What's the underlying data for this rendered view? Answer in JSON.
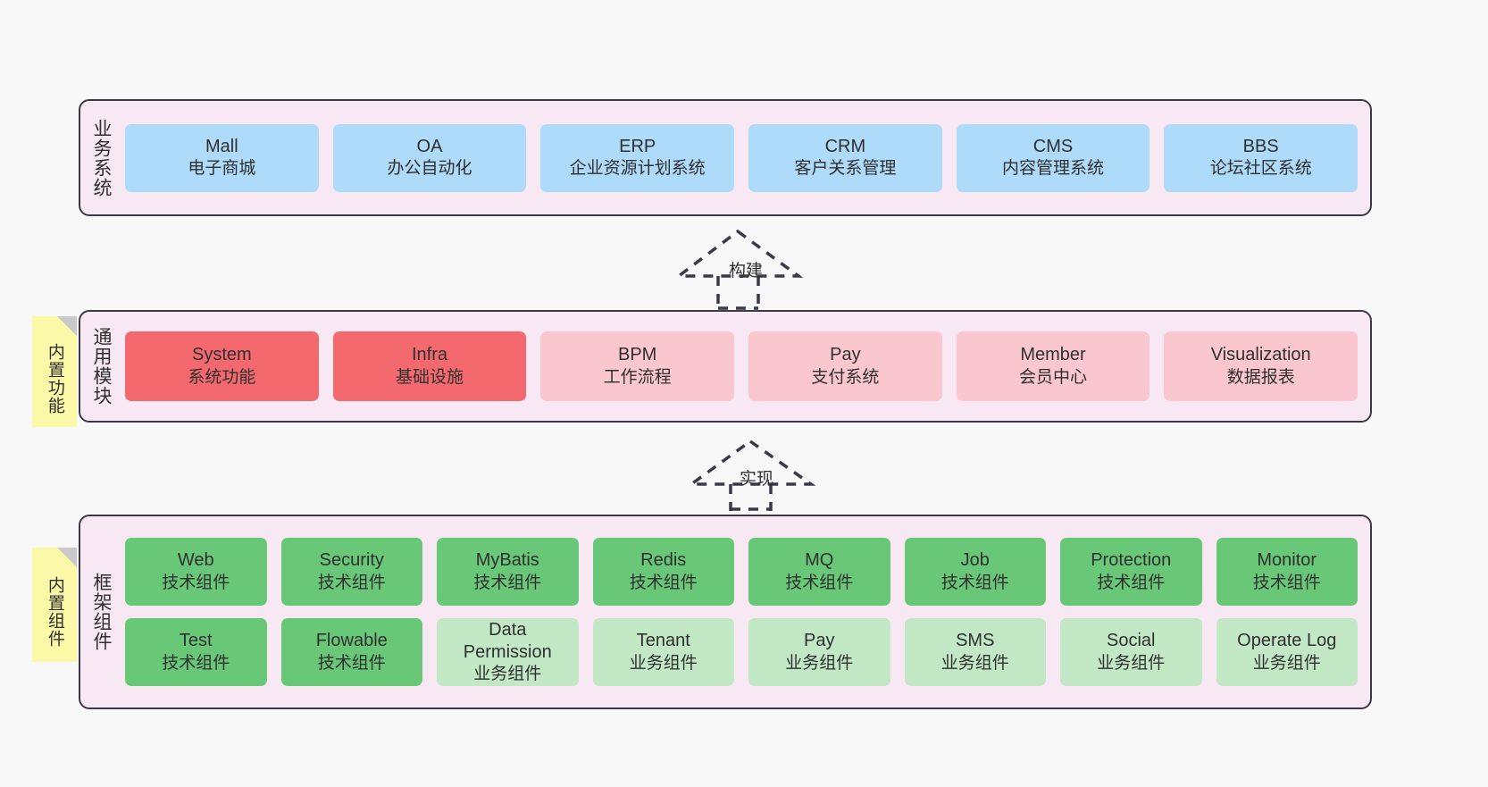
{
  "diagram": {
    "background": "#f8f8f8",
    "band_background": "#f8e8f3",
    "band_border": "#3d3846"
  },
  "colors": {
    "blue": "#afdbfb",
    "red": "#f4696e",
    "pink": "#fbc7ce",
    "green": "#68c878",
    "light_green": "#c2e8c6",
    "sticky_yellow": "#fbf8a8",
    "fold_gray": "#c9c9c9"
  },
  "layers": {
    "business": {
      "title": "业务系统",
      "nodes": [
        {
          "en": "Mall",
          "cn": "电子商城"
        },
        {
          "en": "OA",
          "cn": "办公自动化"
        },
        {
          "en": "ERP",
          "cn": "企业资源计划系统"
        },
        {
          "en": "CRM",
          "cn": "客户关系管理"
        },
        {
          "en": "CMS",
          "cn": "内容管理系统"
        },
        {
          "en": "BBS",
          "cn": "论坛社区系统"
        }
      ]
    },
    "common": {
      "title": "通用模块",
      "sticky": "内置功能",
      "nodes": [
        {
          "en": "System",
          "cn": "系统功能"
        },
        {
          "en": "Infra",
          "cn": "基础设施"
        },
        {
          "en": "BPM",
          "cn": "工作流程"
        },
        {
          "en": "Pay",
          "cn": "支付系统"
        },
        {
          "en": "Member",
          "cn": "会员中心"
        },
        {
          "en": "Visualization",
          "cn": "数据报表"
        }
      ]
    },
    "framework": {
      "title": "框架组件",
      "sticky": "内置组件",
      "row_top": [
        {
          "en": "Web",
          "cn": "技术组件"
        },
        {
          "en": "Security",
          "cn": "技术组件"
        },
        {
          "en": "MyBatis",
          "cn": "技术组件"
        },
        {
          "en": "Redis",
          "cn": "技术组件"
        },
        {
          "en": "MQ",
          "cn": "技术组件"
        },
        {
          "en": "Job",
          "cn": "技术组件"
        },
        {
          "en": "Protection",
          "cn": "技术组件"
        },
        {
          "en": "Monitor",
          "cn": "技术组件"
        }
      ],
      "row_bottom": [
        {
          "en": "Test",
          "cn": "技术组件"
        },
        {
          "en": "Flowable",
          "cn": "技术组件"
        },
        {
          "en": "Data Permission",
          "cn": "业务组件"
        },
        {
          "en": "Tenant",
          "cn": "业务组件"
        },
        {
          "en": "Pay",
          "cn": "业务组件"
        },
        {
          "en": "SMS",
          "cn": "业务组件"
        },
        {
          "en": "Social",
          "cn": "业务组件"
        },
        {
          "en": "Operate Log",
          "cn": "业务组件"
        }
      ]
    }
  },
  "connectors": {
    "build": "构建",
    "implement": "实现"
  }
}
